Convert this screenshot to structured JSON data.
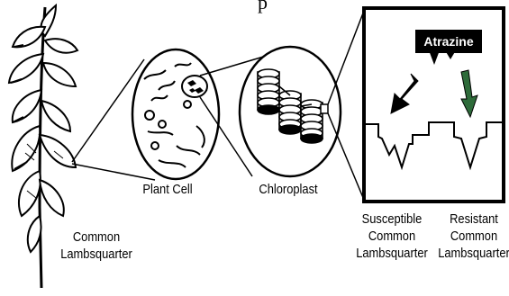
{
  "labels": {
    "top_fragment": "p",
    "atrazine": "Atrazine",
    "plant_cell": "Plant Cell",
    "chloroplast": "Chloroplast",
    "plant_name": [
      "Common",
      "Lambsquarter"
    ],
    "susceptible": [
      "Susceptible",
      "Common",
      "Lambsquarter"
    ],
    "resistant": [
      "Resistant",
      "Common",
      "Lambsquarter"
    ]
  },
  "colors": {
    "susceptible_arrow": "#000000",
    "resistant_arrow": "#2e6b3a"
  }
}
